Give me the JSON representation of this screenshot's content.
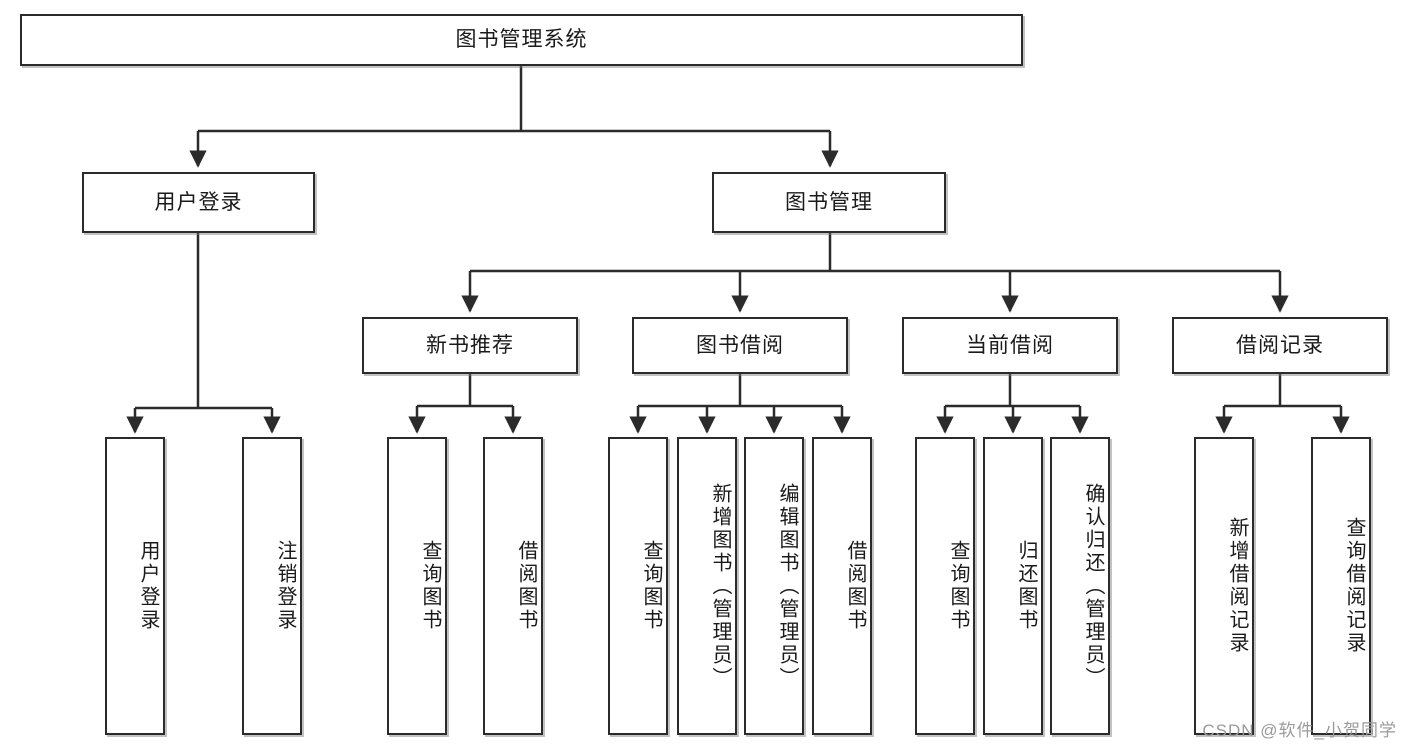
{
  "diagram": {
    "title": "图书管理系统",
    "watermark": "CSDN @软件_小贺同学",
    "stroke_color": "#2b2b2b",
    "background_color": "#ffffff",
    "nodes": {
      "root": "图书管理系统",
      "level2": {
        "user_login": "用户登录",
        "book_manage": "图书管理"
      },
      "level3": {
        "new_book_recommend": "新书推荐",
        "book_borrow": "图书借阅",
        "current_borrow": "当前借阅",
        "borrow_record": "借阅记录"
      },
      "leaves": {
        "user_login_1": "用户登录",
        "user_login_2": "注销登录",
        "recommend_1": "查询图书",
        "recommend_2": "借阅图书",
        "borrow_1": "查询图书",
        "borrow_2": "新增图书（管理员）",
        "borrow_3": "编辑图书（管理员）",
        "borrow_4": "借阅图书",
        "current_1": "查询图书",
        "current_2": "归还图书",
        "current_3": "确认归还（管理员）",
        "record_1": "新增借阅记录",
        "record_2": "查询借阅记录"
      }
    }
  }
}
